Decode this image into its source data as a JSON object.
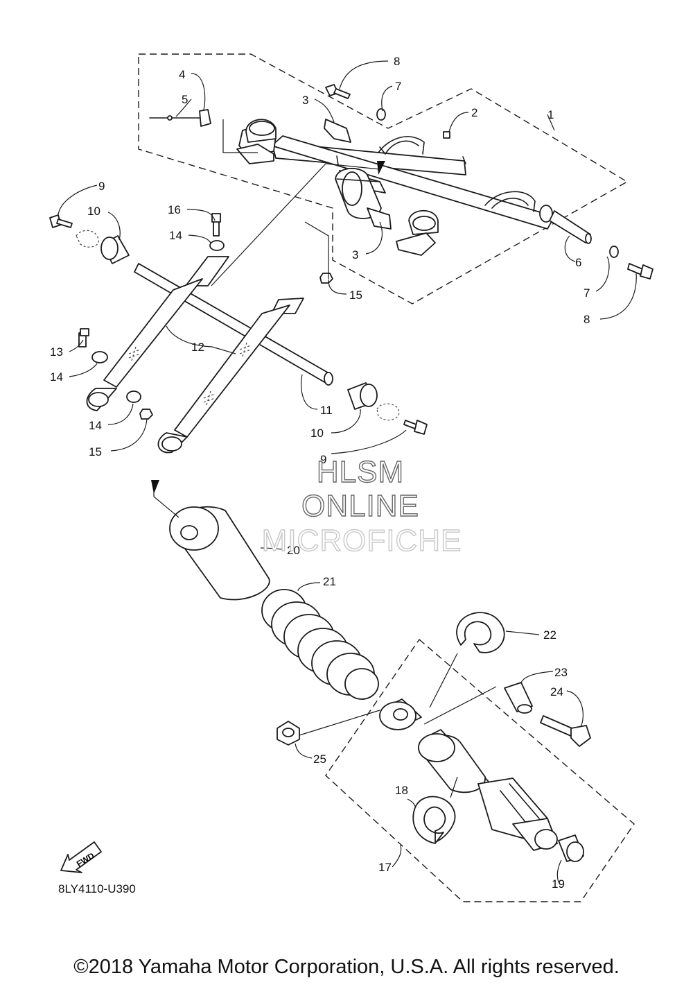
{
  "diagram": {
    "callouts": {
      "c1": "1",
      "c2": "2",
      "c3a": "3",
      "c3b": "3",
      "c4": "4",
      "c5": "5",
      "c6": "6",
      "c7a": "7",
      "c7b": "7",
      "c8a": "8",
      "c8b": "8",
      "c9a": "9",
      "c9b": "9",
      "c10a": "10",
      "c10b": "10",
      "c11": "11",
      "c12": "12",
      "c13": "13",
      "c14a": "14",
      "c14b": "14",
      "c14c": "14",
      "c15a": "15",
      "c15b": "15",
      "c16": "16",
      "c17": "17",
      "c18": "18",
      "c19": "19",
      "c20": "20",
      "c21": "21",
      "c22": "22",
      "c23": "23",
      "c24": "24",
      "c25": "25"
    },
    "fwd_label": "FWD",
    "part_code": "8LY4110-U390"
  },
  "watermark": {
    "line1": "HLSM",
    "line2": "ONLINE",
    "line3": "MICROFICHE"
  },
  "footer": {
    "copyright": "©2018 Yamaha Motor Corporation, U.S.A. All rights reserved."
  }
}
